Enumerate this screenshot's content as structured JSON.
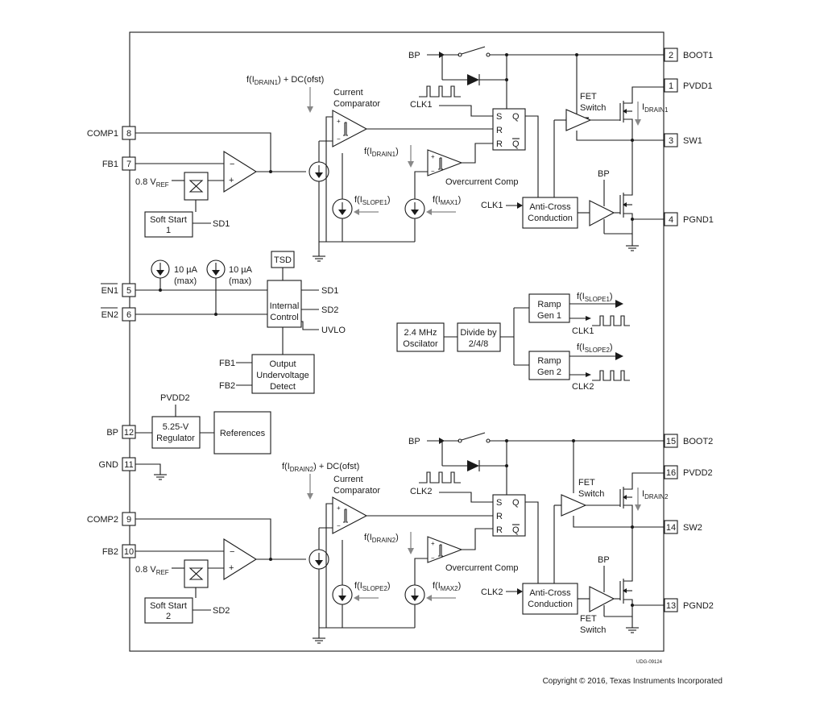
{
  "pins": {
    "boot1": {
      "num": "2",
      "label": "BOOT1"
    },
    "pvdd1": {
      "num": "1",
      "label": "PVDD1"
    },
    "sw1": {
      "num": "3",
      "label": "SW1"
    },
    "pgnd1": {
      "num": "4",
      "label": "PGND1"
    },
    "boot2": {
      "num": "15",
      "label": "BOOT2"
    },
    "pvdd2": {
      "num": "16",
      "label": "PVDD2"
    },
    "sw2": {
      "num": "14",
      "label": "SW2"
    },
    "pgnd2": {
      "num": "13",
      "label": "PGND2"
    },
    "comp1": {
      "num": "8",
      "label": "COMP1"
    },
    "fb1": {
      "num": "7",
      "label": "FB1"
    },
    "en1": {
      "num": "5",
      "label": "EN1"
    },
    "en2": {
      "num": "6",
      "label": "EN2"
    },
    "bp": {
      "num": "12",
      "label": "BP"
    },
    "gnd": {
      "num": "11",
      "label": "GND"
    },
    "comp2": {
      "num": "9",
      "label": "COMP2"
    },
    "fb2": {
      "num": "10",
      "label": "FB2"
    }
  },
  "ch1": {
    "bp": "BP",
    "idrain_pre": "f(I",
    "idrain_sub": "DRAIN1",
    "idrain_post": ") + DC(ofst)",
    "cc1": "Current",
    "cc2": "Comparator",
    "clk": "CLK1",
    "s": "S",
    "r1": "R",
    "r2": "R",
    "q": "Q",
    "qb": "Q",
    "fet1": "FET",
    "fet2": "Switch",
    "id_pre": "I",
    "id_sub": "DRAIN1",
    "oc_pre": "f(I",
    "oc_sub": "DRAIN1",
    "oc_post": ")",
    "ocl": "Overcurrent Comp",
    "slope_pre": "f(I",
    "slope_sub": "SLOPE1",
    "slope_post": ")",
    "max_pre": "f(I",
    "max_sub": "MAX1",
    "max_post": ")",
    "clk_ac": "CLK1",
    "ac1": "Anti-Cross",
    "ac2": "Conduction",
    "bp2": "BP",
    "vref_pre": "0.8 V",
    "vref_sub": "REF",
    "ss1": "Soft Start",
    "ss2": "1",
    "sd": "SD1"
  },
  "ch2": {
    "bp": "BP",
    "idrain_pre": "f(I",
    "idrain_sub": "DRAIN2",
    "idrain_post": ") + DC(ofst)",
    "cc1": "Current",
    "cc2": "Comparator",
    "clk": "CLK2",
    "s": "S",
    "r1": "R",
    "r2": "R",
    "q": "Q",
    "qb": "Q",
    "fet1": "FET",
    "fet2": "Switch",
    "id_pre": "I",
    "id_sub": "DRAIN2",
    "oc_pre": "f(I",
    "oc_sub": "DRAIN2",
    "oc_post": ")",
    "ocl": "Overcurrent Comp",
    "slope_pre": "f(I",
    "slope_sub": "SLOPE2",
    "slope_post": ")",
    "max_pre": "f(I",
    "max_sub": "MAX2",
    "max_post": ")",
    "clk_ac": "CLK2",
    "ac1": "Anti-Cross",
    "ac2": "Conduction",
    "bp2": "BP",
    "fetb1": "FET",
    "fetb2": "Switch",
    "vref_pre": "0.8 V",
    "vref_sub": "REF",
    "ss1": "Soft Start",
    "ss2": "2",
    "sd": "SD2"
  },
  "mid": {
    "tsd": "TSD",
    "ua1a": "10 µA",
    "ua1b": "(max)",
    "ua2a": "10 µA",
    "ua2b": "(max)",
    "ic1": "Internal",
    "ic2": "Control",
    "sd1": "SD1",
    "sd2": "SD2",
    "uvlo": "UVLO",
    "fb1": "FB1",
    "fb2": "FB2",
    "ouv1": "Output",
    "ouv2": "Undervoltage",
    "ouv3": "Detect",
    "osc1": "2.4 MHz",
    "osc2": "Oscilator",
    "div1": "Divide by",
    "div2": "2/4/8",
    "rg1a": "Ramp",
    "rg1b": "Gen 1",
    "rg2a": "Ramp",
    "rg2b": "Gen 2",
    "s1_pre": "f(I",
    "s1_sub": "SLOPE1",
    "s1_post": ")",
    "s2_pre": "f(I",
    "s2_sub": "SLOPE2",
    "s2_post": ")",
    "clk1": "CLK1",
    "clk2": "CLK2",
    "pvdd2": "PVDD2",
    "reg1": "5.25-V",
    "reg2": "Regulator",
    "refs": "References"
  },
  "footer": {
    "udg": "UDG-09124",
    "copyright": "Copyright © 2016, Texas Instruments Incorporated"
  }
}
